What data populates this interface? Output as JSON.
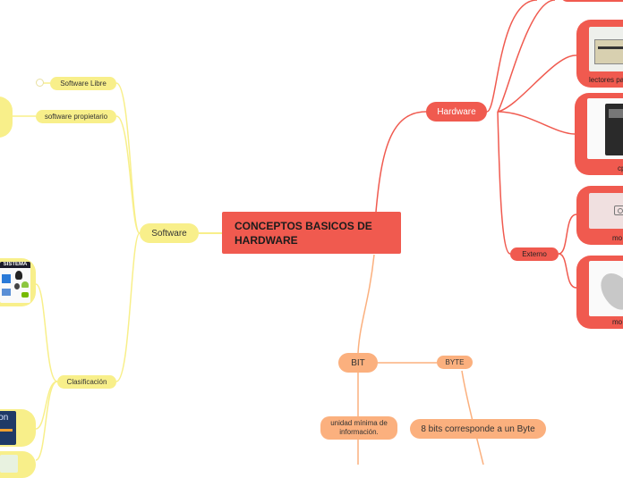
{
  "central": {
    "title": "CONCEPTOS BASICOS DE HARDWARE"
  },
  "software": {
    "label": "Software",
    "libre": "Software Libre",
    "propietario": "software propietario",
    "clasificacion": "Clasificación",
    "card_top_text": "SISTEMA",
    "card_bottom_text": "ion"
  },
  "hardware": {
    "label": "Hardware",
    "externo": "Externo",
    "cards": [
      {
        "caption": "lectores pa"
      },
      {
        "caption": "cp"
      },
      {
        "caption": "mo"
      },
      {
        "caption": "mo"
      }
    ]
  },
  "bit": {
    "label": "BIT",
    "byte": "BYTE",
    "def": "unidad mínima de información.",
    "byte_def": "8 bits corresponde a un Byte"
  },
  "colors": {
    "yellow": "#f8ef8a",
    "red": "#f05a4f",
    "orange": "#fbb07e"
  }
}
